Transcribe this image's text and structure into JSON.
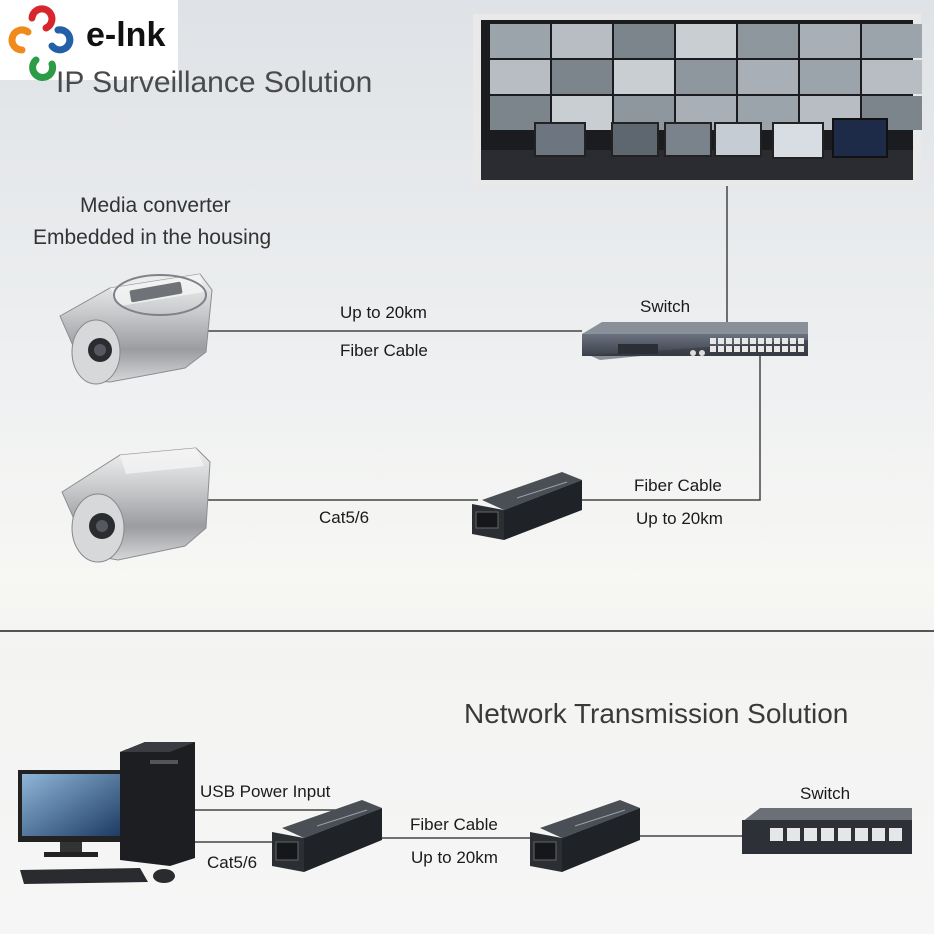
{
  "logo": {
    "text": "e-lnk"
  },
  "top_section": {
    "title": "IP Surveillance Solution",
    "converter_label_line1": "Media converter",
    "converter_label_line2": "Embedded in the housing",
    "switch_label": "Switch",
    "link1_top": "Up to 20km",
    "link1_bottom": "Fiber Cable",
    "link2_label": "Cat5/6",
    "link3_top": "Fiber Cable",
    "link3_bottom": "Up to 20km"
  },
  "bottom_section": {
    "title": "Network Transmission Solution",
    "usb_label": "USB Power Input",
    "cat_label": "Cat5/6",
    "fiber_top": "Fiber Cable",
    "fiber_bottom": "Up to 20km",
    "switch_label": "Switch"
  },
  "colors": {
    "logo_red": "#d8262d",
    "logo_blue": "#2460a7",
    "logo_orange": "#f08a1c",
    "logo_green": "#2e9b46",
    "device_dark": "#2b2e33",
    "line": "#444444"
  }
}
